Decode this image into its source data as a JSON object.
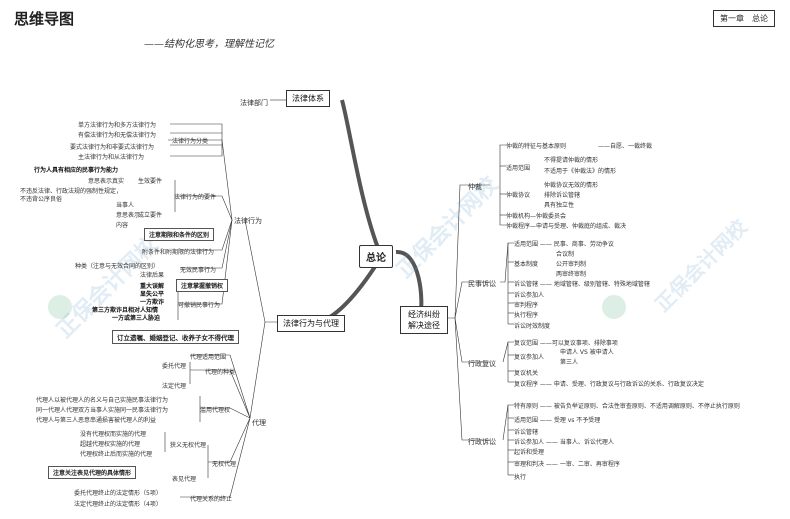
{
  "header": {
    "title": "思维导图",
    "subtitle": "——结构化思考，理解性记忆",
    "chapter": "第一章　总论"
  },
  "center": "总论",
  "main_nodes": {
    "law_system": "法律体系",
    "law_dept": "法律部门",
    "legal_act": "法律行为与代理",
    "dispute": "经济纠纷解决途径"
  },
  "legal_act": {
    "title": "法律行为",
    "classification": {
      "label": "法律行为分类",
      "items": [
        "单方法律行为和多方法律行为",
        "有偿法律行为和无偿法律行为",
        "要式法律行为和非要式法律行为",
        "主法律行为和从法律行为"
      ]
    },
    "elements": {
      "label": "法律行为的要件",
      "valid_label": "生效要件",
      "valid_items": [
        "行为人具有相应的民事行为能力",
        "意思表示真实",
        "不违反法律、行政法规的强制性规定，",
        "不违背公序良俗"
      ],
      "form_label": "成立要件",
      "form_items": [
        "当事人",
        "意思表示",
        "内容"
      ]
    },
    "note_conditions": "注意期限和条件的区别",
    "condition": "附条件和附期限的法律行为",
    "invalid": {
      "label": "无效民事行为",
      "kinds": "种类（注意与无效合同的区别）",
      "effect": "法律后果",
      "note": "注意掌握撤销权"
    },
    "voidable": {
      "label": "可撤销民事行为",
      "items": [
        "重大误解",
        "显失公平",
        "一方欺诈",
        "第三方欺诈且相对人知情",
        "一方或第三人胁迫"
      ]
    }
  },
  "agency": {
    "title": "代理",
    "note_scope": "订立遗嘱、婚姻登记、收养子女不得代理",
    "scope": "代理适用范围",
    "kinds": {
      "label": "代理的种类",
      "items": [
        "委托代理",
        "法定代理"
      ]
    },
    "exercise": {
      "label": "滥用代理权",
      "items": [
        "代理人以被代理人的名义与自己实施民事法律行为",
        "同一代理人代理双方当事人实施同一民事法律行为",
        "代理人与第三人恶意串通损害被代理人的利益"
      ]
    },
    "unauthorized": {
      "label": "无权代理",
      "apparent": "表见代理",
      "general": "狭义无权代理",
      "items": [
        "没有代理权而实施的代理",
        "超越代理权实施的代理",
        "代理权终止后而实施的代理"
      ],
      "note": "注意关注表见代理的具体情形"
    },
    "termination": {
      "label": "代理关系的终止",
      "items": [
        "委托代理终止的法定情形（5项）",
        "法定代理终止的法定情形（4项）"
      ]
    }
  },
  "dispute": {
    "arbitration": {
      "label": "仲裁",
      "items": [
        {
          "name": "仲裁的特征与基本原则",
          "detail": "——自愿、一裁终裁"
        },
        {
          "name": "适用范围",
          "detail": ""
        },
        {
          "name": "仲裁协议",
          "detail": ""
        },
        {
          "name": "仲裁机构—仲裁委员会",
          "detail": ""
        },
        {
          "name": "仲裁程序—申请与受理、仲裁庭的组成、裁决",
          "detail": ""
        }
      ],
      "scope_items": [
        "不得提请仲裁的情形",
        "不适用于《仲裁法》的情形"
      ],
      "agreement_items": [
        "仲裁协议无效的情形",
        "排除诉讼管辖",
        "具有独立性"
      ]
    },
    "litigation": {
      "label": "民事诉讼",
      "items": [
        "适用范围 —— 民事、商事、劳动争议",
        "基本制度",
        "诉讼管辖 —— 地域管辖、级别管辖、特殊地域管辖",
        "诉讼参加人",
        "审判程序",
        "执行程序",
        "诉讼时效制度"
      ],
      "system_items": [
        "合议制",
        "公开审判制",
        "两审终审制"
      ]
    },
    "review": {
      "label": "行政复议",
      "items": [
        "复议范围 ——可以复议事项、排除事项",
        "复议参加人",
        "复议机关",
        "复议程序 —— 申请、受理、行政复议与行政诉讼的关系、行政复议决定"
      ],
      "participant_items": [
        "申请人 VS 被申请人",
        "第三人"
      ]
    },
    "admin_lit": {
      "label": "行政诉讼",
      "items": [
        "特有原则 —— 被告负举证原则、合法性审查原则、不适用调解原则、不停止执行原则",
        "适用范围 —— 受理 vs 不予受理",
        "诉讼管辖",
        "诉讼参加人 —— 当事人、诉讼代理人",
        "起诉和受理",
        "审理和判决 —— 一审、二审、再审程序",
        "执行"
      ]
    }
  },
  "watermark": [
    "正保会计网校",
    "正保会计网校"
  ]
}
